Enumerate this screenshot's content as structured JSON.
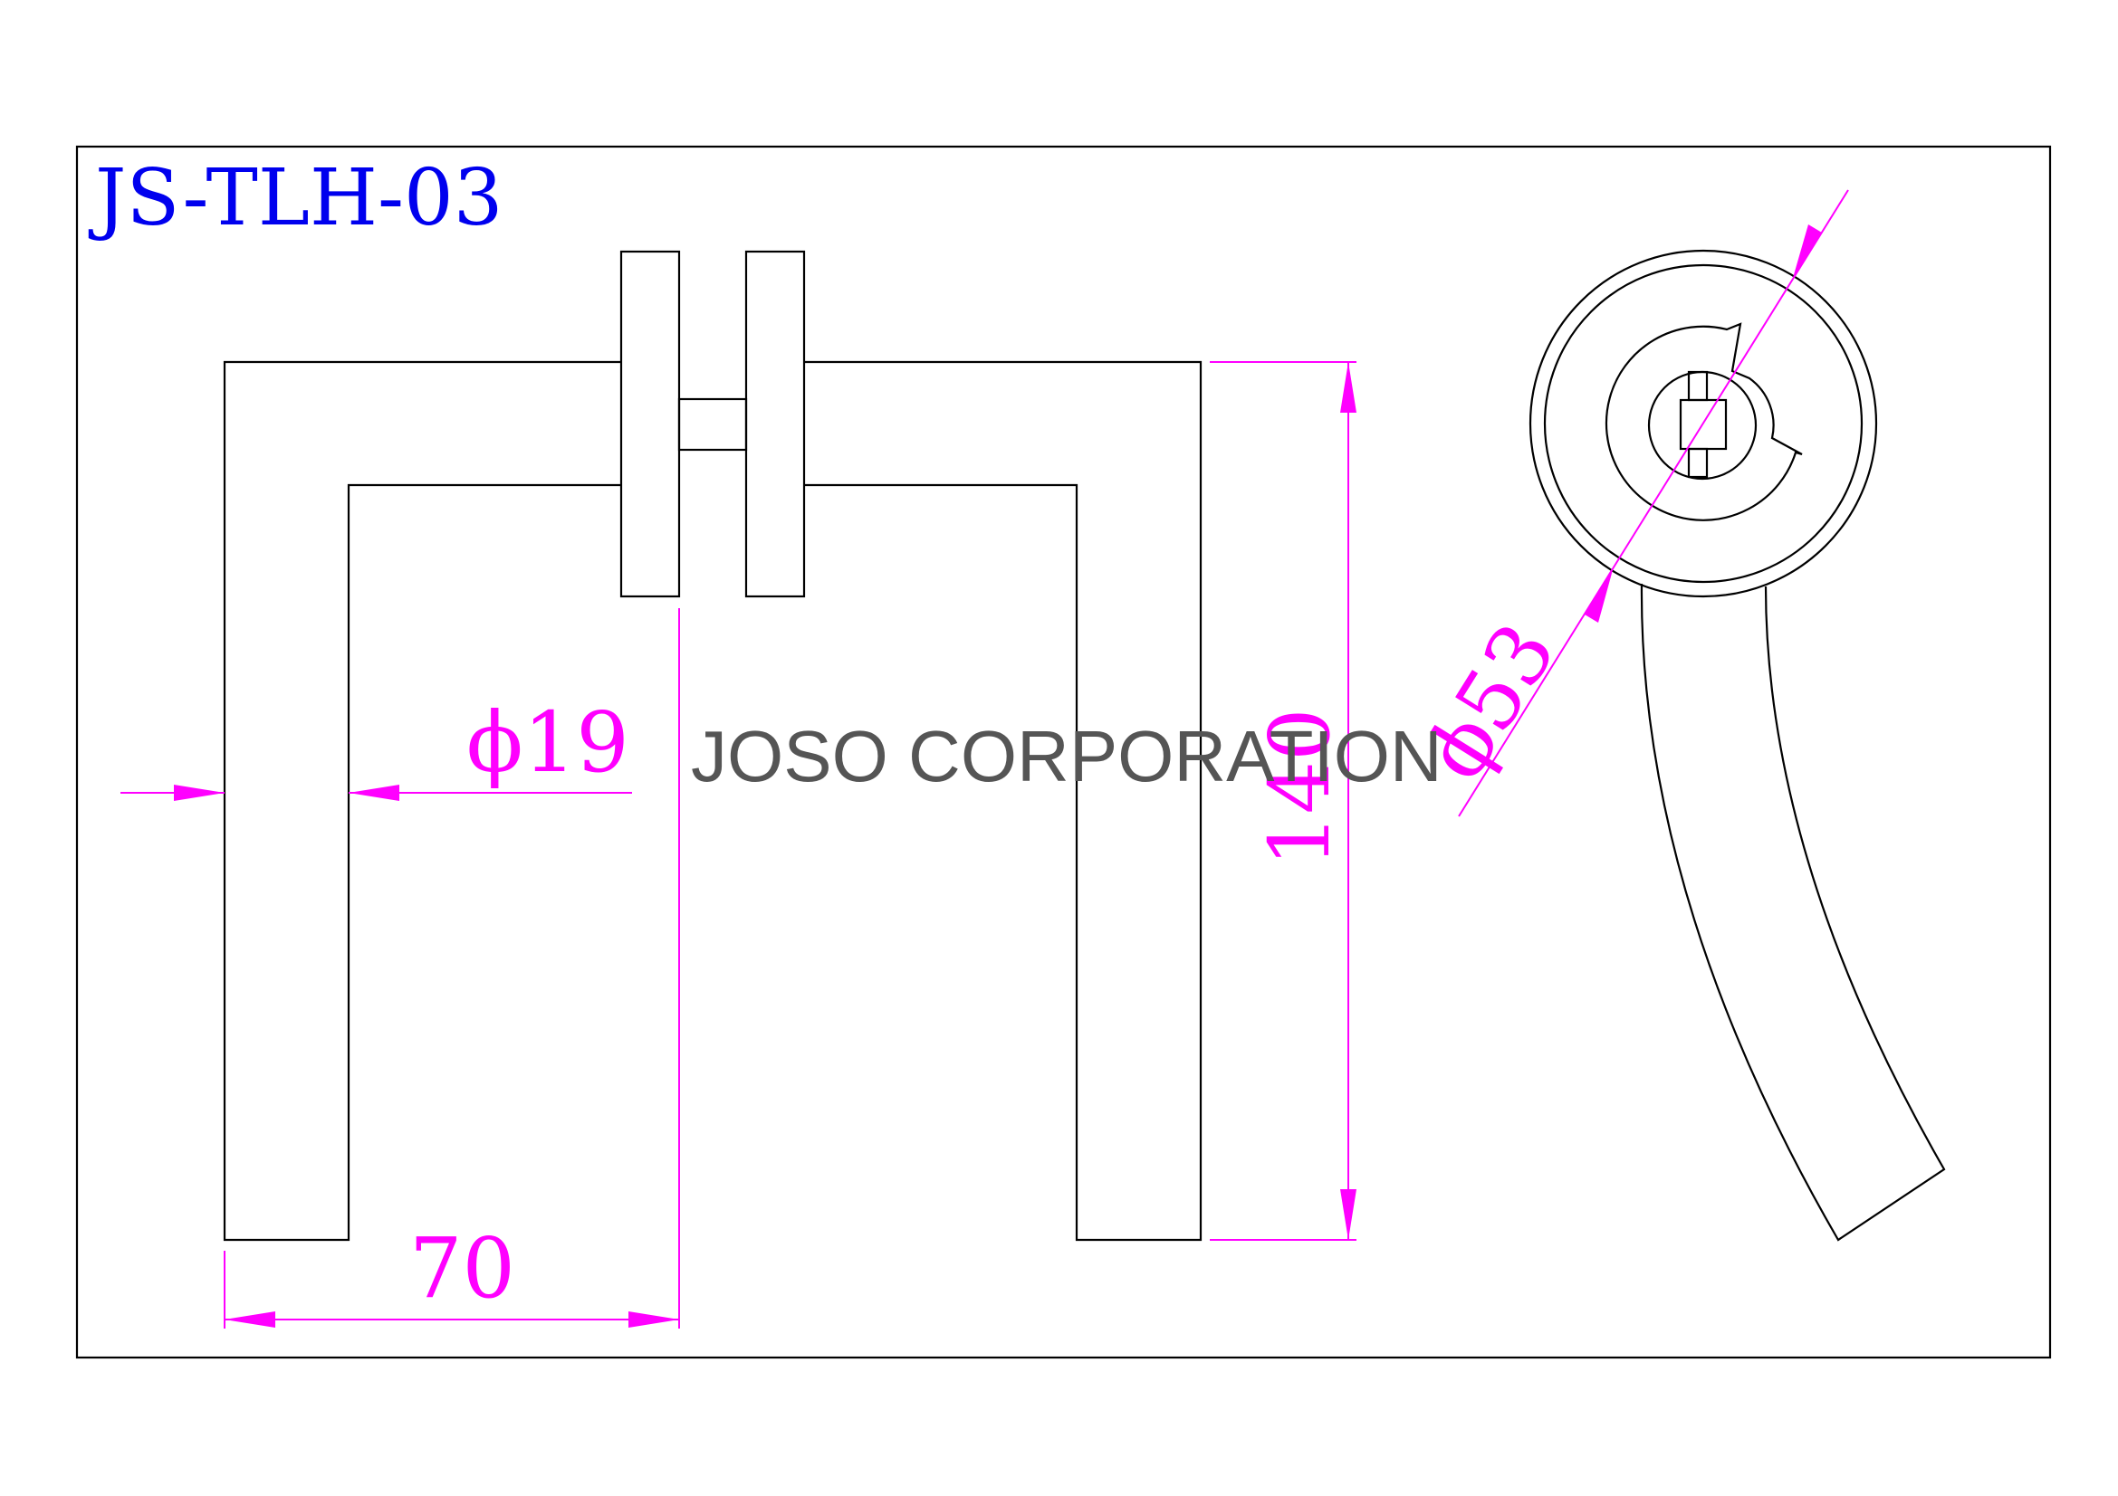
{
  "title": "JS-TLH-03",
  "watermark": "JOSO CORPORATION",
  "dimensions": {
    "bar_diameter": "ϕ19",
    "projection": "70",
    "height": "140",
    "rose_diameter": "ϕ53"
  },
  "colors": {
    "outline": "#000000",
    "dimension": "#ff00ff",
    "title": "#0000ee",
    "watermark": "#555555"
  }
}
